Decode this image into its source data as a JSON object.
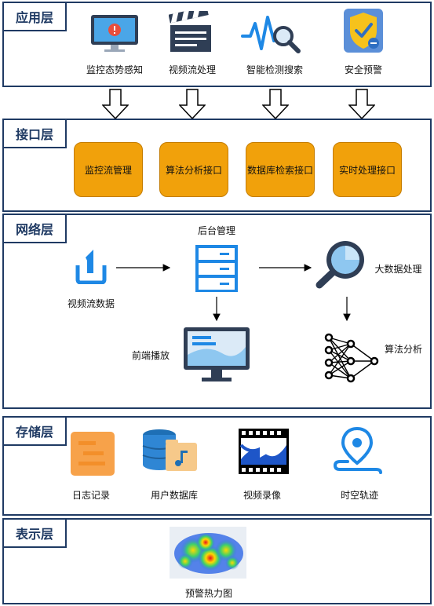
{
  "layers": {
    "app": "应用层",
    "interface": "接口层",
    "network": "网络层",
    "storage": "存储层",
    "display": "表示层"
  },
  "app_items": [
    "监控态势感知",
    "视频流处理",
    "智能检测搜索",
    "安全预警"
  ],
  "interface_items": [
    "监控流管理",
    "算法分析接口",
    "数据库检索接口",
    "实时处理接口"
  ],
  "network": {
    "backend": "后台管理",
    "video_stream": "视频流数据",
    "big_data": "大数据处理",
    "frontend": "前端播放",
    "algorithm": "算法分析"
  },
  "storage_items": [
    "日志记录",
    "用户数据库",
    "视频录像",
    "时空轨迹"
  ],
  "display_items": [
    "预警热力图"
  ],
  "colors": {
    "border": "#1f3a63",
    "orange": "#f1a10b",
    "blue": "#1e88e5"
  }
}
